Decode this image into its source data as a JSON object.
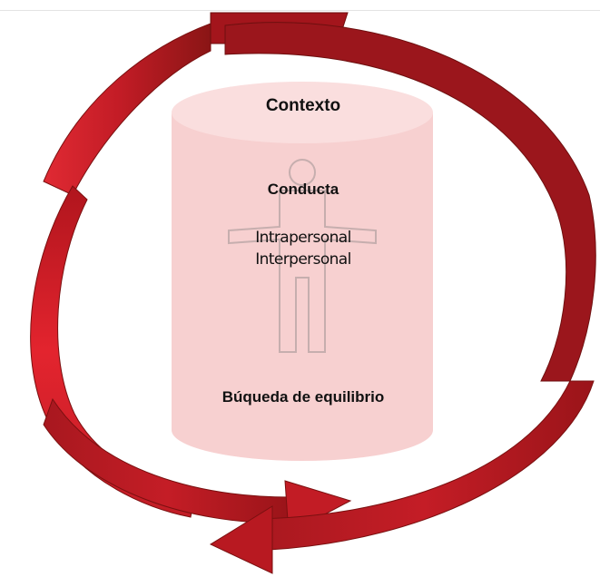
{
  "diagram": {
    "context_label": "Contexto",
    "conduct_label": "Conducta",
    "intrapersonal_label": "Intrapersonal",
    "interpersonal_label": "Interpersonal",
    "balance_label": "Búqueda de equilibrio"
  },
  "colors": {
    "arrow_red": "#c41a24",
    "arrow_dark_red": "#8a1414",
    "cylinder_fill": "#f8d6d6",
    "cylinder_top": "#f9dcdc",
    "figure_outline": "#c9b3b3"
  },
  "icons": {
    "figure": "person-outline-icon",
    "cycle": "circular-arrow-icon"
  }
}
